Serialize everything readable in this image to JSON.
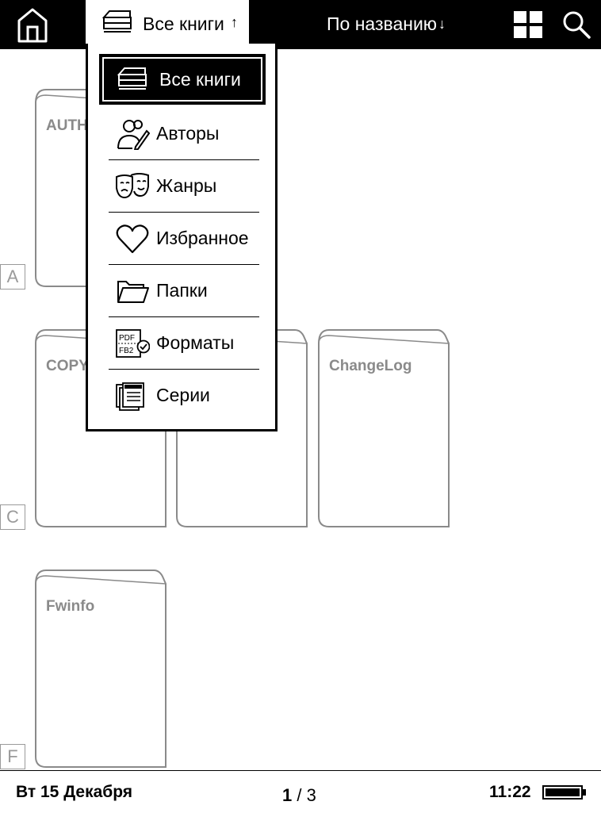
{
  "topbar": {
    "filter_label": "Все книги",
    "filter_arrow": "↑",
    "sort_label": "По названию",
    "sort_arrow": "↓",
    "icons": [
      "home-icon",
      "books-stack-icon",
      "grid-view-icon",
      "search-icon"
    ]
  },
  "books": [
    {
      "title": "AUTHORS"
    },
    {
      "title": "COPYING"
    },
    {
      "title": ""
    },
    {
      "title": "ChangeLog"
    },
    {
      "title": "Fwinfo"
    }
  ],
  "section_letters": [
    "A",
    "C",
    "F"
  ],
  "menu": {
    "items": [
      {
        "label": "Все книги",
        "icon": "books-stack-icon",
        "selected": true
      },
      {
        "label": "Авторы",
        "icon": "authors-icon"
      },
      {
        "label": "Жанры",
        "icon": "genres-masks-icon"
      },
      {
        "label": "Избранное",
        "icon": "heart-icon"
      },
      {
        "label": "Папки",
        "icon": "folder-icon"
      },
      {
        "label": "Форматы",
        "icon": "formats-icon",
        "icon_text": [
          "PDF",
          "FB2"
        ]
      },
      {
        "label": "Серии",
        "icon": "series-icon"
      }
    ]
  },
  "status": {
    "date": "Вт 15 Декабря",
    "page_current": "1",
    "page_separator": " / ",
    "page_total": "3",
    "time": "11:22"
  }
}
